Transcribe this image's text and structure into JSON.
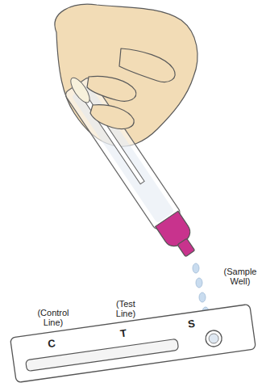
{
  "diagram": {
    "nodes": [
      {
        "text": [
          "C",
          "T",
          "S"
        ]
      }
    ],
    "labels": [
      "(Control Line)",
      "(Test Line)",
      "(Sample Well)"
    ]
  }
}
